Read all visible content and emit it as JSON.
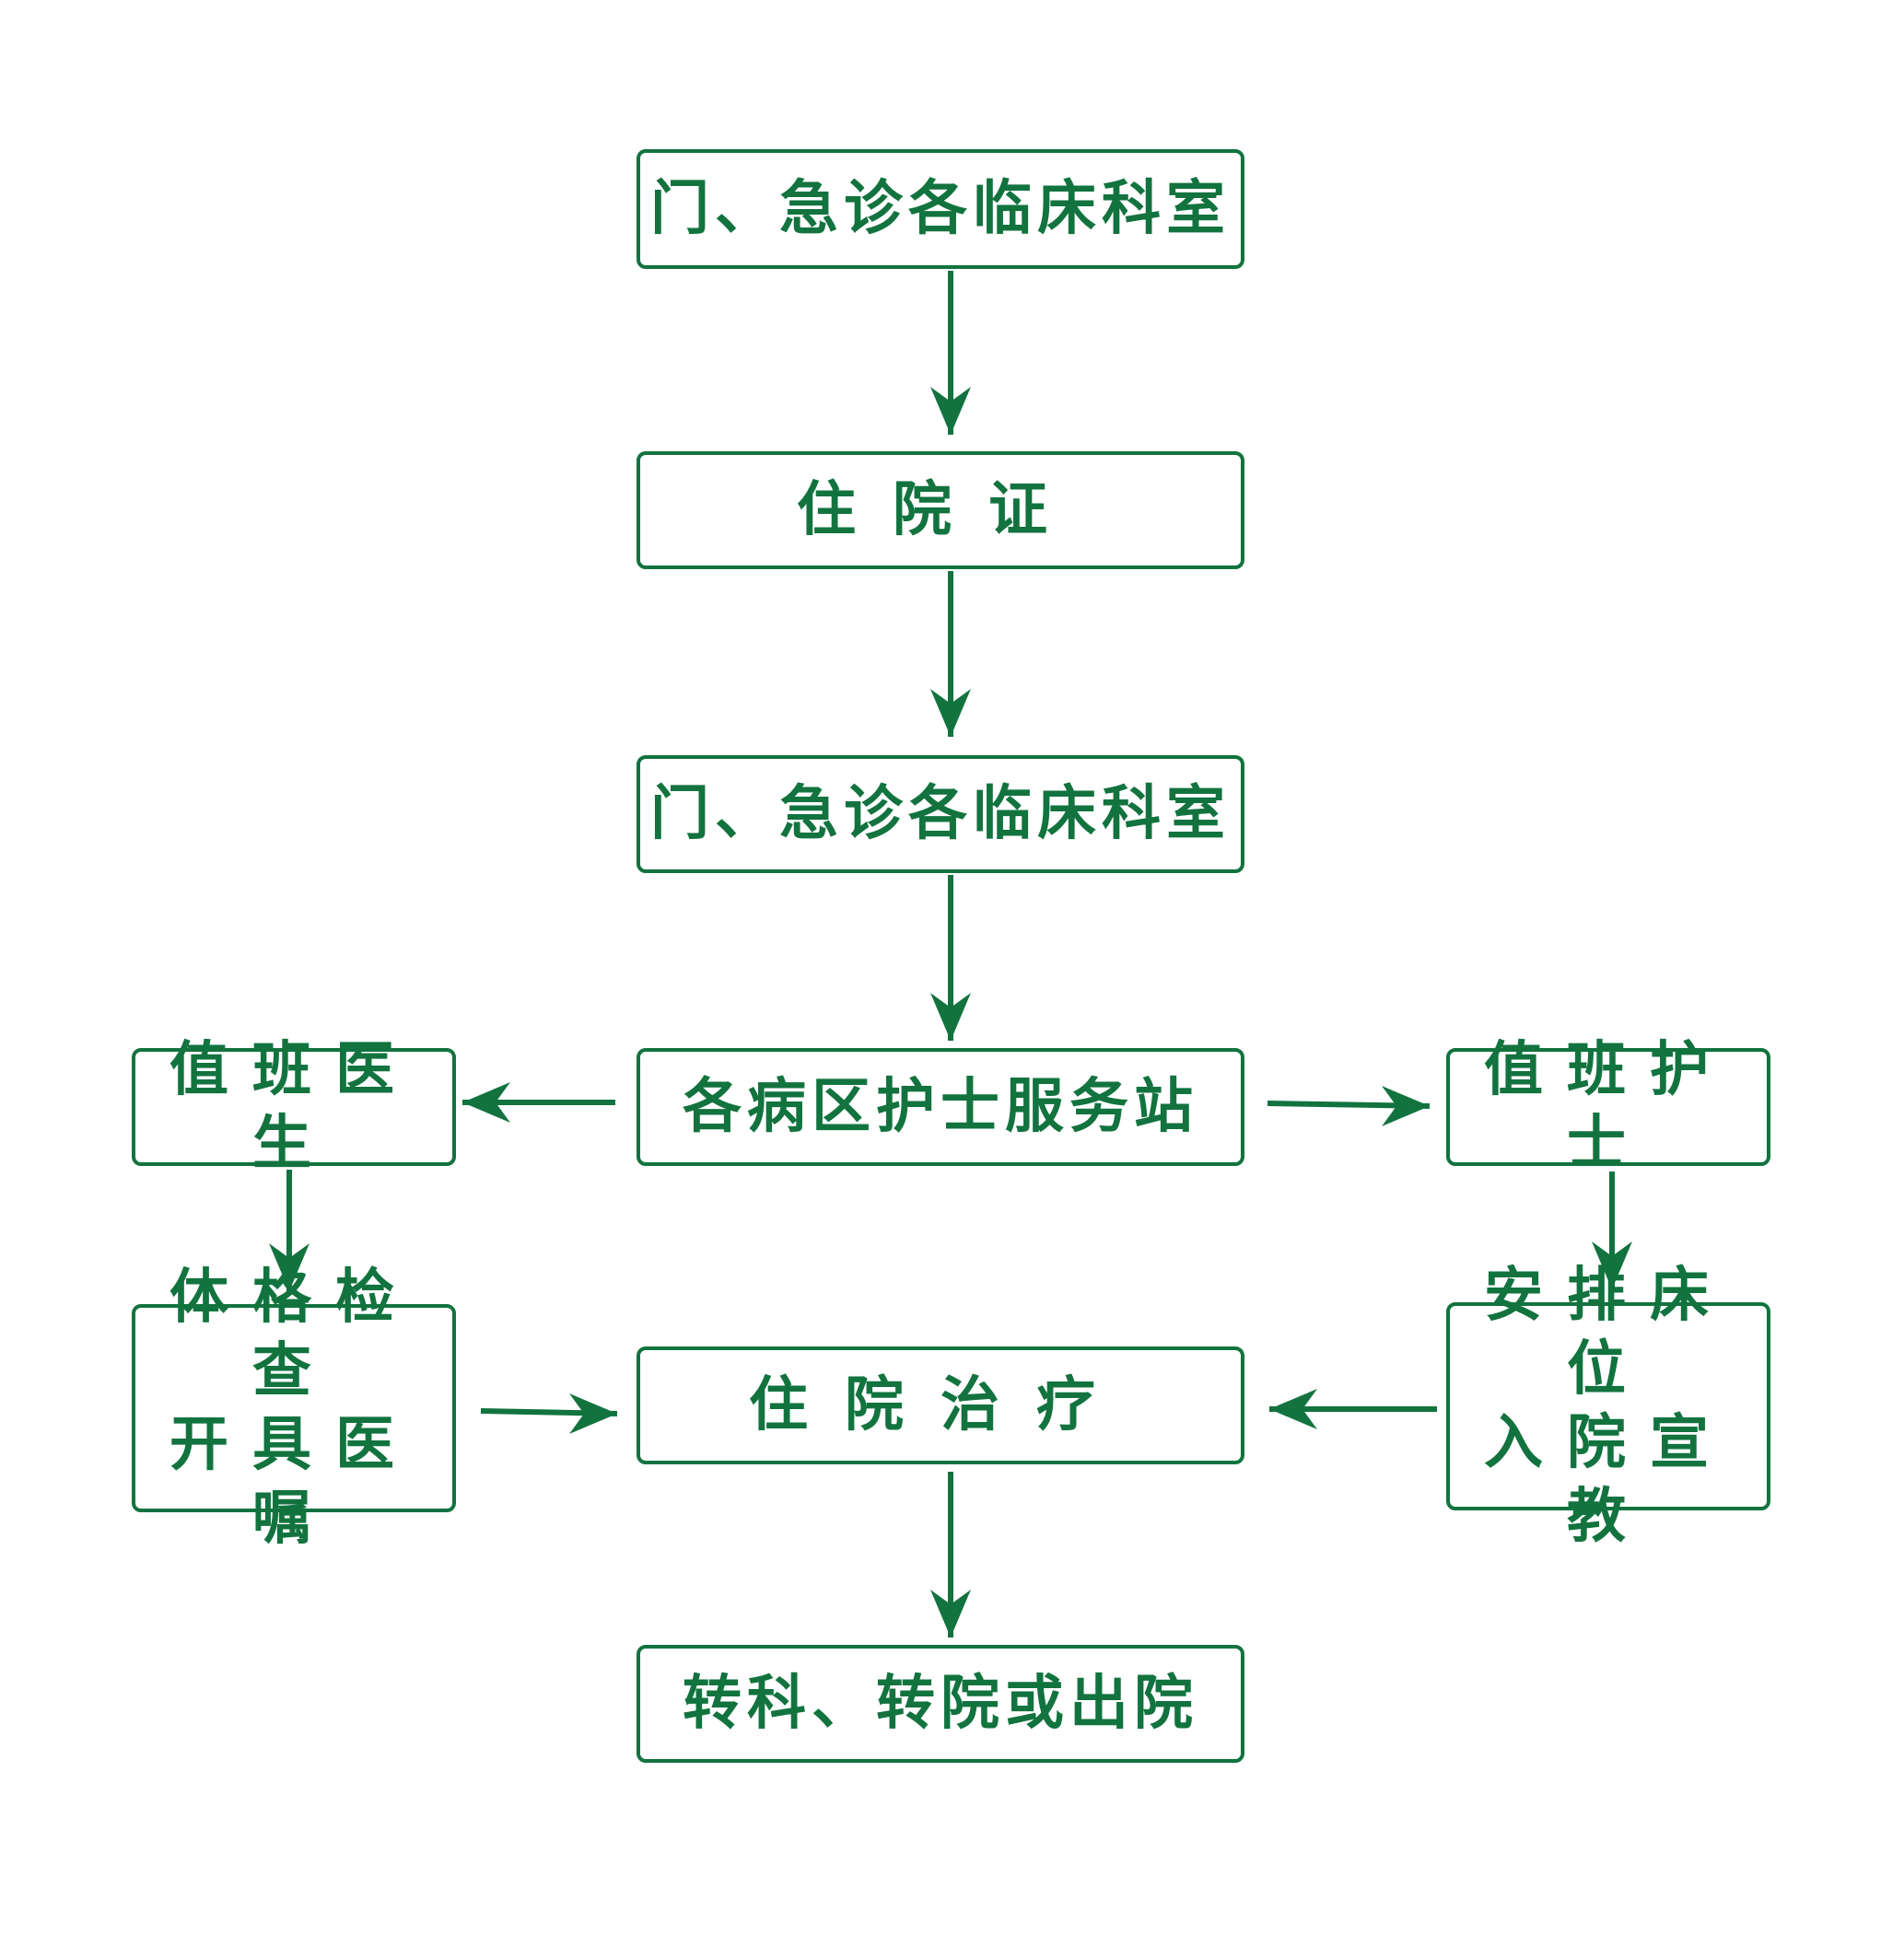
{
  "diagram": {
    "colors": {
      "stroke": "#12733f",
      "background": "#ffffff"
    },
    "nodes": {
      "outpatient_top": "门、急诊各临床科室",
      "admission_cert": "住院证",
      "outpatient_mid": "门、急诊各临床科室",
      "nurse_station": "各病区护士服务站",
      "duty_doctor": "值班医生",
      "duty_nurse": "值班护士",
      "exam_line1": "体格检查",
      "exam_line2": "开具医嘱",
      "treatment": "住院治疗",
      "bed_line1": "安排床位",
      "bed_line2": "入院宣教",
      "discharge": "转科、转院或出院"
    },
    "edges": [
      {
        "from": "outpatient_top",
        "to": "admission_cert"
      },
      {
        "from": "admission_cert",
        "to": "outpatient_mid"
      },
      {
        "from": "outpatient_mid",
        "to": "nurse_station"
      },
      {
        "from": "nurse_station",
        "to": "duty_doctor"
      },
      {
        "from": "nurse_station",
        "to": "duty_nurse"
      },
      {
        "from": "duty_doctor",
        "to": "exam"
      },
      {
        "from": "duty_nurse",
        "to": "bed"
      },
      {
        "from": "exam",
        "to": "treatment"
      },
      {
        "from": "bed",
        "to": "treatment"
      },
      {
        "from": "treatment",
        "to": "discharge"
      }
    ]
  }
}
